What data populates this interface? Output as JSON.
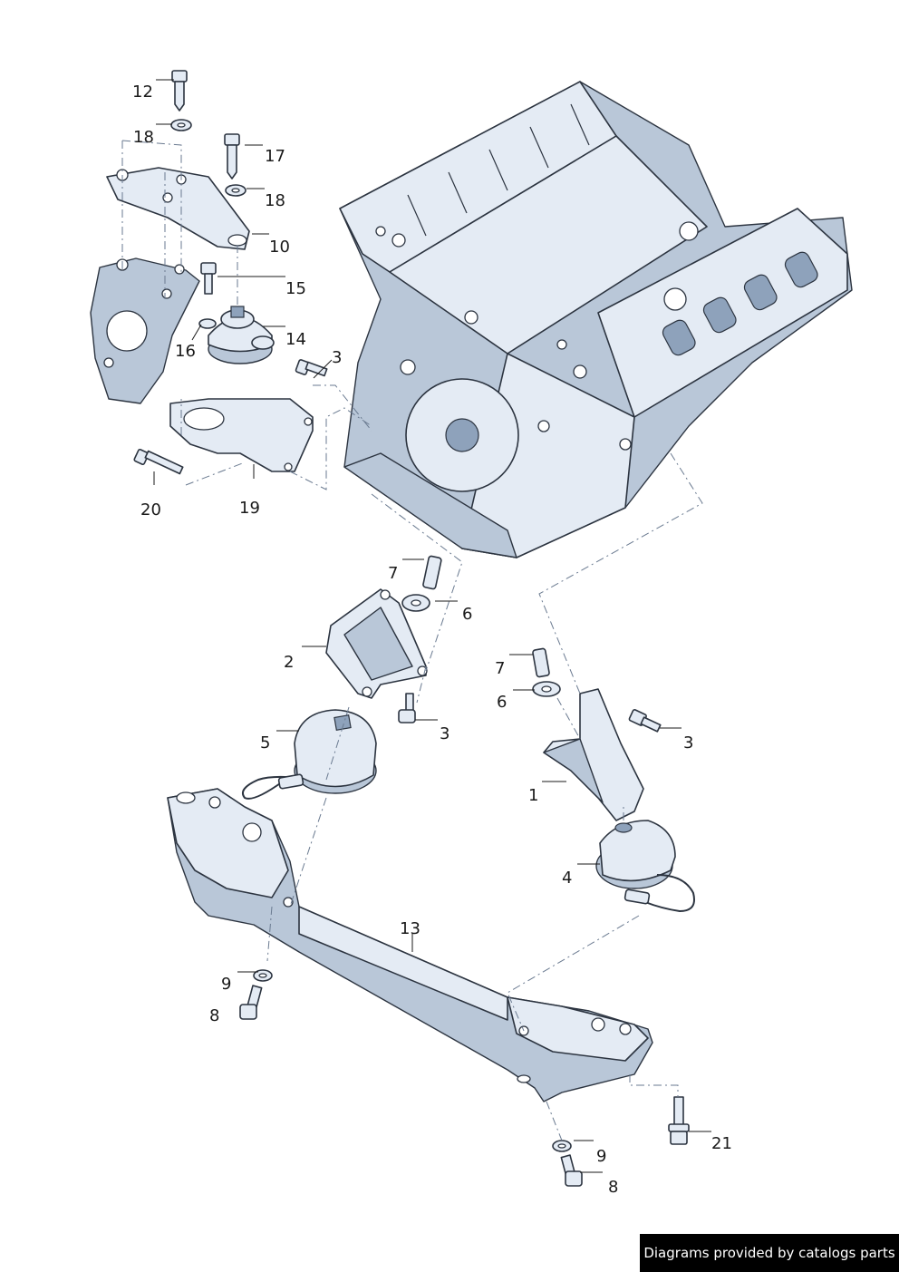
{
  "callouts": [
    {
      "id": "c12",
      "label": "12"
    },
    {
      "id": "c18a",
      "label": "18"
    },
    {
      "id": "c17",
      "label": "17"
    },
    {
      "id": "c18b",
      "label": "18"
    },
    {
      "id": "c10",
      "label": "10"
    },
    {
      "id": "c15",
      "label": "15"
    },
    {
      "id": "c14",
      "label": "14"
    },
    {
      "id": "c16",
      "label": "16"
    },
    {
      "id": "c3a",
      "label": "3"
    },
    {
      "id": "c20",
      "label": "20"
    },
    {
      "id": "c19",
      "label": "19"
    },
    {
      "id": "c7a",
      "label": "7"
    },
    {
      "id": "c6a",
      "label": "6"
    },
    {
      "id": "c2",
      "label": "2"
    },
    {
      "id": "c3b",
      "label": "3"
    },
    {
      "id": "c5",
      "label": "5"
    },
    {
      "id": "c7b",
      "label": "7"
    },
    {
      "id": "c6b",
      "label": "6"
    },
    {
      "id": "c3c",
      "label": "3"
    },
    {
      "id": "c1",
      "label": "1"
    },
    {
      "id": "c4",
      "label": "4"
    },
    {
      "id": "c13",
      "label": "13"
    },
    {
      "id": "c9a",
      "label": "9"
    },
    {
      "id": "c8a",
      "label": "8"
    },
    {
      "id": "c9b",
      "label": "9"
    },
    {
      "id": "c21",
      "label": "21"
    },
    {
      "id": "c8b",
      "label": "8"
    }
  ],
  "credit": "Diagrams provided by catalogs parts",
  "colors": {
    "part_fill": "#e4ebf4",
    "part_shade": "#b9c7d8",
    "outline": "#2c3440",
    "banner": "#000000"
  }
}
